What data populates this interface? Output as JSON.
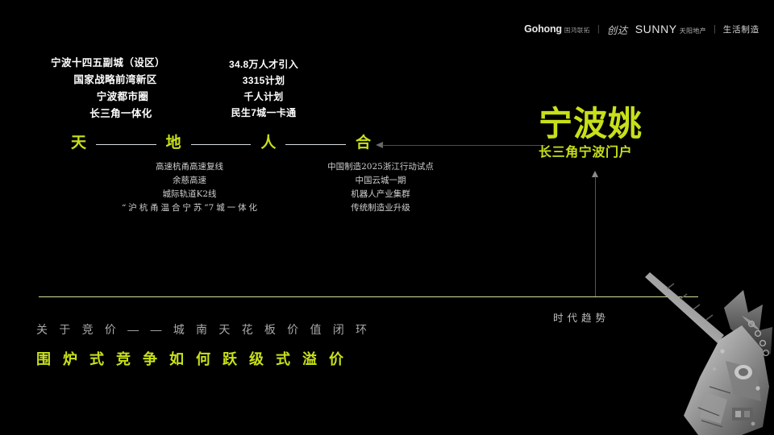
{
  "brandbar": {
    "gohong_en": "Gohong",
    "gohong_cn": "国鸿联拓",
    "script_logo": "创达",
    "separator": "|",
    "sunny_en": "SUNNY",
    "sunny_cn": "天阳地产",
    "life_brand": "生活制造"
  },
  "macro_column": {
    "lines": [
      "宁波十四五副城（设区）",
      "国家战略前湾新区",
      "宁波都市圈",
      "长三角一体化"
    ]
  },
  "talent_column": {
    "lines": [
      "34.8万人才引入",
      "3315计划",
      "千人计划",
      "民生7城一卡通"
    ]
  },
  "concept_row": {
    "characters": [
      "天",
      "地",
      "人",
      "合"
    ]
  },
  "transport_detail": {
    "lines": [
      "高速杭甬高速复线",
      "余慈高速",
      "城际轨道K2线"
    ],
    "wrapped_line": "“沪杭甬温合宁苏”7城一体化"
  },
  "industry_detail": {
    "lines": [
      "中国制造2025浙江行动试点",
      "中国云城一期",
      "机器人产业集群",
      "传统制造业升级"
    ]
  },
  "title": {
    "main": "宁波姚",
    "sub": "长三角宁波门户"
  },
  "era_label": "时代趋势",
  "bottom": {
    "subheadline": "关 于 竞 价 — — 城 南 天 花 板 价 值 闭 环",
    "headline": "围 炉 式 竞 争   如 何 跃 级 式 溢 价"
  },
  "colors": {
    "accent": "#c8e019",
    "background": "#000000",
    "divider": "#d6e09a",
    "muted_text": "#a9a9a9"
  }
}
